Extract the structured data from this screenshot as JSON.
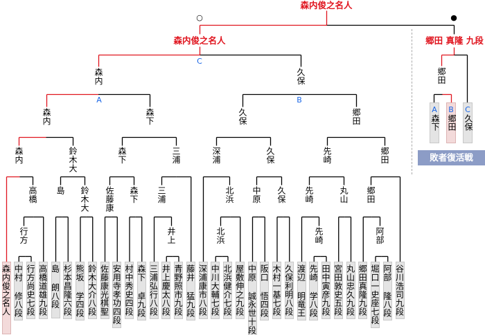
{
  "champion": "森内俊之名人",
  "symbols": {
    "winner": "○",
    "loser": "●"
  },
  "final": {
    "main_side": "森内俊之名人",
    "losers_side": "郷田 真隆 九段"
  },
  "round_labels": {
    "A": "A",
    "B": "B",
    "C": "C"
  },
  "nodes": {
    "row1": [
      "行方",
      "井上",
      "北浜",
      "先崎",
      "阿部"
    ],
    "row2": [
      "高橋",
      "島",
      "鈴木大",
      "佐藤康",
      "森下",
      "三浦",
      "北浜",
      "中原",
      "久保",
      "先崎",
      "丸山",
      "郷田"
    ],
    "row3": [
      "森内",
      "鈴木大",
      "森下",
      "三浦",
      "深浦",
      "久保",
      "先崎",
      "郷田"
    ],
    "row4": [
      "森内",
      "森下",
      "久保",
      "郷田"
    ],
    "row5": [
      "森内",
      "久保"
    ]
  },
  "losers_bracket": {
    "title": "敗者復活戦",
    "winner": "郷田",
    "entries": [
      {
        "tag": "A",
        "name": "森下"
      },
      {
        "tag": "B",
        "name": "郷田"
      },
      {
        "tag": "C",
        "name": "久保"
      }
    ]
  },
  "players": [
    "森内俊之名人",
    "中村 修八段",
    "行方尚史七段",
    "高橋道雄九段",
    "島 朗八段",
    "杉本昌隆六段",
    "熊坂 学四段",
    "鈴木大介八段",
    "佐藤康光棋聖",
    "安用寺孝功四段",
    "村中秀史四段",
    "森下 卓九段",
    "三浦弘行八段",
    "井上慶太八段",
    "青野照市九段",
    "藤井 猛九段",
    "深浦康市八段",
    "中川大輔七段",
    "北浜健介七段",
    "屋敷伸之九段",
    "中原 誠永世十段",
    "阪口 悟四段",
    "木村一基七段",
    "久保利明八段",
    "渡辺 明竜王",
    "先崎 学八段",
    "田中寅彦九段",
    "宮田敦史五段",
    "丸山忠久九段",
    "郷田真隆九段",
    "堀口一史座七段",
    "阿部 隆八段",
    "谷川浩司九段"
  ],
  "colors": {
    "winner_line": "#e0141e",
    "line": "#000000",
    "round_label": "#1a66e6",
    "banner": "#8c9cc6",
    "player_box": "#e4e4e4",
    "winner_box": "#f3dada"
  }
}
